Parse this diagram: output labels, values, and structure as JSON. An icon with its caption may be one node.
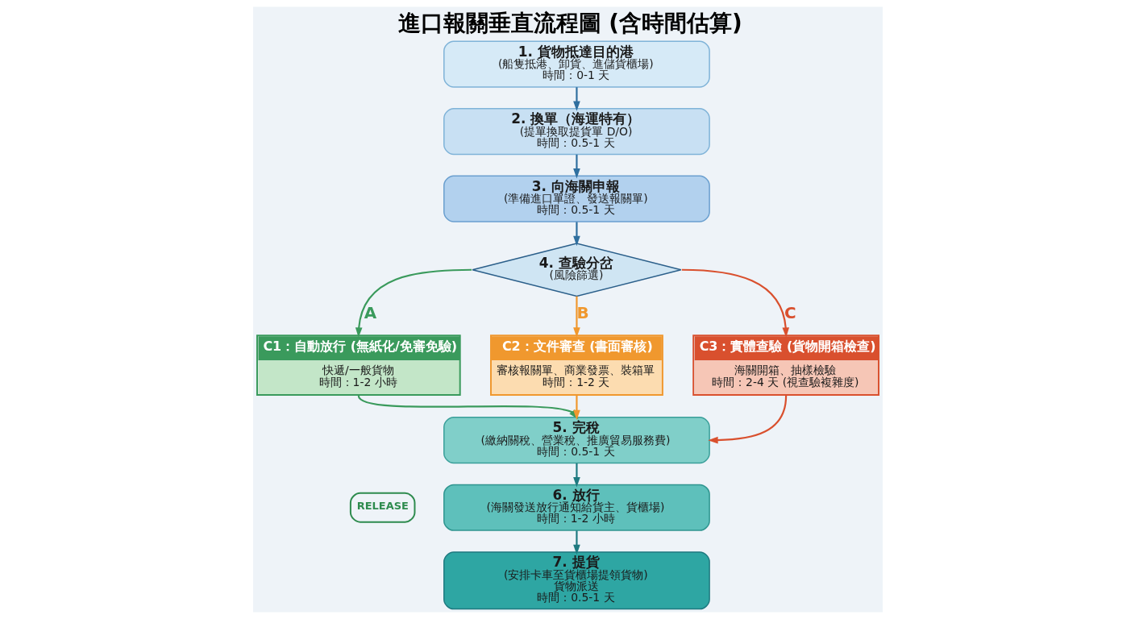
{
  "diagram": {
    "title": "進口報關垂直流程圖 (含時間估算)",
    "nodes": [
      {
        "text": [
          "1. 貨物抵達目的港",
          "(船隻抵港、卸貨、進儲貨櫃場)",
          "時間：0-1 天"
        ]
      },
      {
        "text": [
          "2. 換單（海運特有）",
          "(提單換取提貨單 D/O)",
          "時間：0.5-1 天"
        ]
      },
      {
        "text": [
          "3. 向海關申報",
          "(準備進口單證、發送報關單)",
          "時間：0.5-1 天"
        ]
      },
      {
        "text": [
          "4. 查驗分岔",
          "(風險篩選)"
        ]
      },
      {
        "text": [
          "C1：自動放行 (無紙化/免審免驗)",
          "快遞/一般貨物",
          "時間：1-2 小時"
        ]
      },
      {
        "text": [
          "C2：文件審查 (書面審核)",
          "審核報關單、商業發票、裝箱單",
          "時間：1-2 天"
        ]
      },
      {
        "text": [
          "C3：實體查驗 (貨物開箱檢查)",
          "海關開箱、抽樣檢驗",
          "時間：2-4 天 (視查驗複雜度)"
        ]
      },
      {
        "text": [
          "5. 完稅",
          "(繳納關稅、營業稅、推廣貿易服務費)",
          "時間：0.5-1 天"
        ]
      },
      {
        "text": [
          "6. 放行",
          "(海關發送放行通知給貨主、貨櫃場)",
          "時間：1-2 小時"
        ]
      },
      {
        "text": [
          "7. 提貨",
          "(安排卡車至貨櫃場提領貨物)",
          "貨物派送",
          "時間：0.5-1 天"
        ]
      }
    ],
    "edges": [
      {
        "from": 0,
        "to": 1,
        "arrow": "to"
      },
      {
        "from": 1,
        "to": 2,
        "arrow": "to"
      },
      {
        "from": 2,
        "to": 3,
        "arrow": "to"
      },
      {
        "from": 3,
        "to": 4,
        "arrow": "to",
        "label": "A",
        "color": "#3a9a5c"
      },
      {
        "from": 3,
        "to": 5,
        "arrow": "to",
        "label": "B",
        "color": "#f0982e"
      },
      {
        "from": 3,
        "to": 6,
        "arrow": "to",
        "label": "C",
        "color": "#d9502e"
      },
      {
        "from": 4,
        "to": 7,
        "arrow": "to",
        "color": "#3a9a5c"
      },
      {
        "from": 5,
        "to": 7,
        "arrow": "to",
        "color": "#f0982e"
      },
      {
        "from": 6,
        "to": 7,
        "arrow": "to",
        "color": "#d9502e"
      },
      {
        "from": 7,
        "to": 8,
        "arrow": "to",
        "color": "#1f7a80"
      },
      {
        "from": 8,
        "to": 9,
        "arrow": "to",
        "color": "#1f7a80"
      }
    ],
    "labels": [
      "RELEASE"
    ]
  }
}
